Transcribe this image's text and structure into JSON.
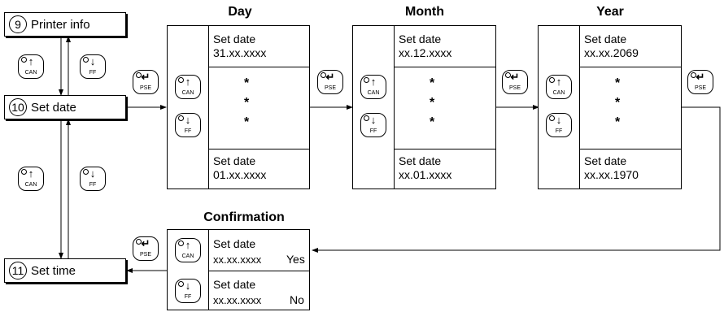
{
  "menu": {
    "printer_info": {
      "num": "9",
      "label": "Printer info"
    },
    "set_date": {
      "num": "10",
      "label": "Set date"
    },
    "set_time": {
      "num": "11",
      "label": "Set time"
    }
  },
  "keys": {
    "can": {
      "symbol": "↑",
      "label": "CAN"
    },
    "ff": {
      "symbol": "↓",
      "label": "FF"
    },
    "pse": {
      "symbol": "↵",
      "label": "PSE"
    }
  },
  "day": {
    "title": "Day",
    "top_line1": "Set date",
    "top_line2": "31.xx.xxxx",
    "bottom_line1": "Set date",
    "bottom_line2": "01.xx.xxxx"
  },
  "month": {
    "title": "Month",
    "top_line1": "Set date",
    "top_line2": "xx.12.xxxx",
    "bottom_line1": "Set date",
    "bottom_line2": "xx.01.xxxx"
  },
  "year": {
    "title": "Year",
    "top_line1": "Set date",
    "top_line2": "xx.xx.2069",
    "bottom_line1": "Set date",
    "bottom_line2": "xx.xx.1970"
  },
  "star": "*",
  "confirmation": {
    "title": "Confirmation",
    "yes": {
      "line1": "Set date",
      "line2": "xx.xx.xxxx",
      "answer": "Yes"
    },
    "no": {
      "line1": "Set date",
      "line2": "xx.xx.xxxx",
      "answer": "No"
    }
  }
}
